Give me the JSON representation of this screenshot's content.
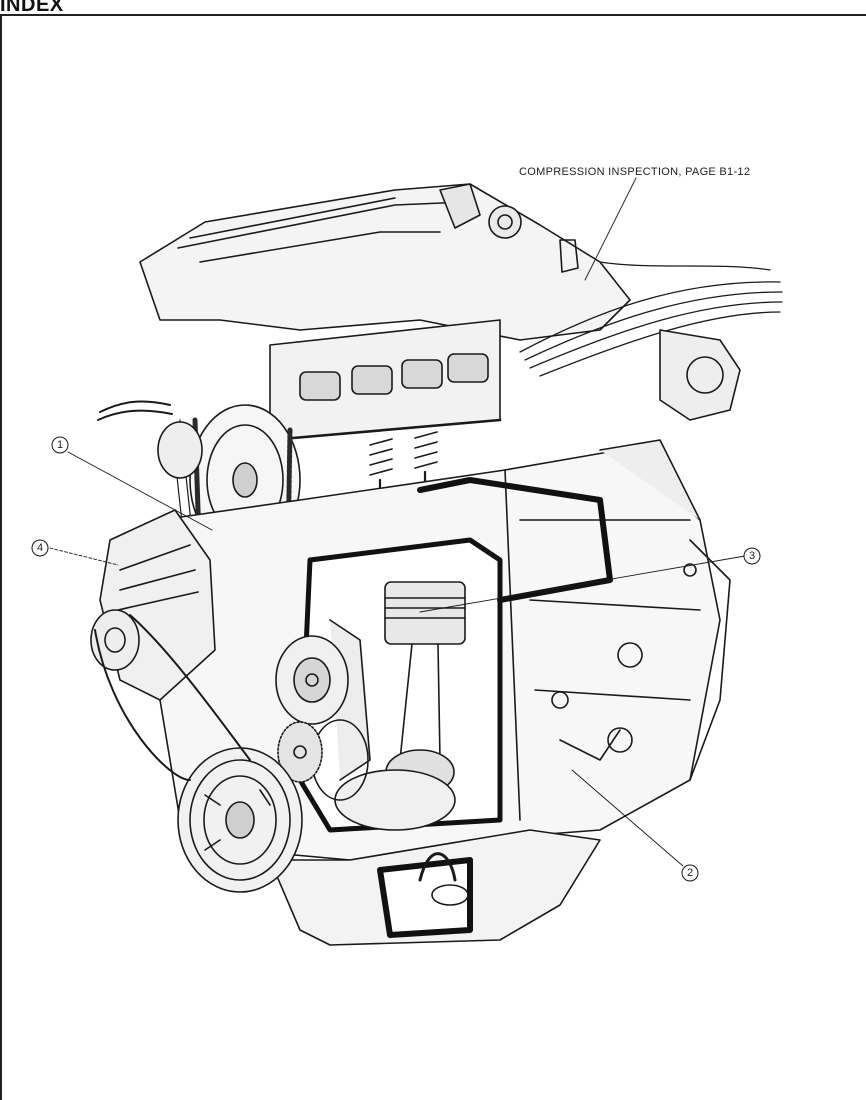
{
  "header": {
    "title": "INDEX"
  },
  "callouts": {
    "compression": "COMPRESSION INSPECTION, PAGE B1-12",
    "item1": "1",
    "item2": "2",
    "item3": "3",
    "item4": "4"
  },
  "colors": {
    "ink": "#111111",
    "shade": "#3a3a3a",
    "paper": "#ffffff"
  }
}
